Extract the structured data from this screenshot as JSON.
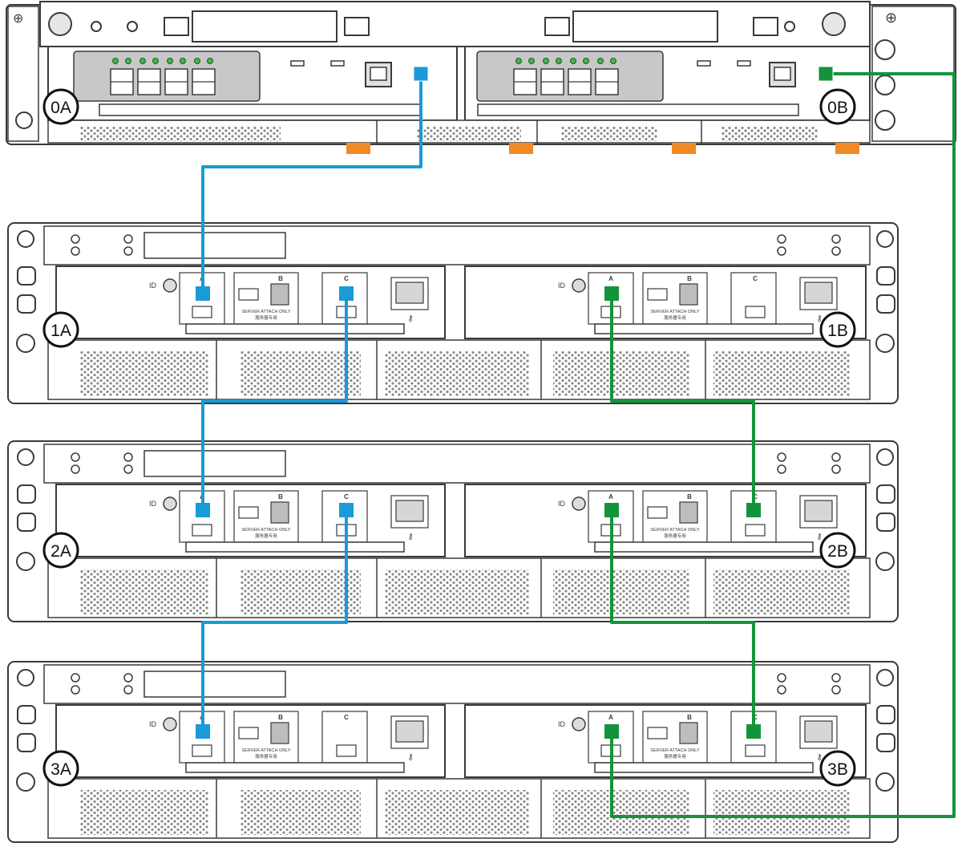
{
  "labels": {
    "c0a": "0A",
    "c0b": "0B",
    "e1a": "1A",
    "e1b": "1B",
    "e2a": "2A",
    "e2b": "2B",
    "e3a": "3A",
    "e3b": "3B"
  },
  "ports": {
    "a": "A",
    "b": "B",
    "c": "C"
  },
  "port_text": {
    "server_only": "SERVER ATTACH ONLY",
    "server_cn": "服务器专用",
    "id": "ID"
  },
  "cables": {
    "path_a_color": "#1a9ad6",
    "path_b_color": "#14943a"
  },
  "colors": {
    "accent_orange": "#f08a24",
    "line": "#3a3a3a",
    "panel_gray": "#c8c8c8"
  }
}
